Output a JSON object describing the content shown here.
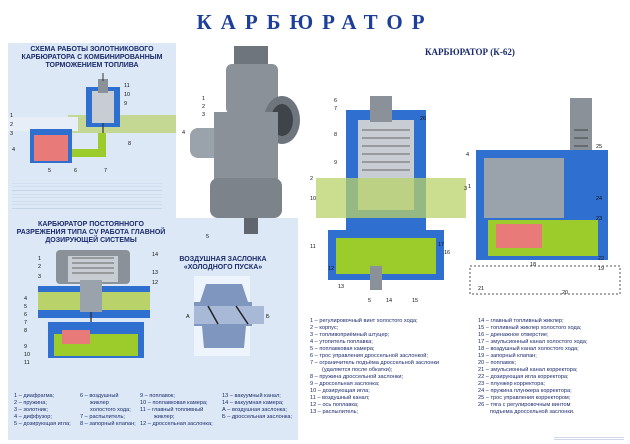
{
  "title": "КАРБЮРАТОР",
  "panels": {
    "spool": {
      "title": "СХЕМА РАБОТЫ ЗОЛОТНИКОВОГО КАРБЮРАТОРА С КОМБИНИРОВАННЫМ ТОРМОЖЕНИЕМ ТОПЛИВА",
      "labels": [
        "1",
        "2",
        "3",
        "4",
        "5",
        "6",
        "7",
        "8",
        "9",
        "10",
        "11"
      ]
    },
    "cv": {
      "title": "КАРБЮРАТОР ПОСТОЯННОГО РАЗРЕЖЕНИЯ ТИПА CV РАБОТА ГЛАВНОЙ ДОЗИРУЮЩЕЙ СИСТЕМЫ",
      "labels": [
        "1",
        "2",
        "3",
        "4",
        "5",
        "6",
        "7",
        "8",
        "9",
        "10",
        "11",
        "12",
        "13",
        "14"
      ]
    },
    "choke": {
      "title": "ВОЗДУШНАЯ ЗАСЛОНКА «ХОЛОДНОГО ПУСКА»",
      "labels": [
        "А",
        "Б"
      ]
    }
  },
  "external": {
    "labels": [
      "1",
      "2",
      "3",
      "4",
      "5"
    ]
  },
  "k62": {
    "title": "КАРБЮРАТОР (К-62)",
    "labels": [
      "1",
      "2",
      "3",
      "4",
      "5",
      "6",
      "7",
      "8",
      "9",
      "10",
      "11",
      "12",
      "13",
      "14",
      "15",
      "16",
      "17",
      "18",
      "19",
      "20",
      "21",
      "22",
      "23",
      "24",
      "25",
      "26"
    ]
  },
  "legend_k62_left": [
    "1 – регулировочный винт холостого хода;",
    "2 – корпус;",
    "3 – топливоприёмный штуцер;",
    "4 – утопитель поплавка;",
    "5 – поплавковая камера;",
    "6 – трос управления дроссельной заслонкой;",
    "7 – ограничитель подъёма дроссельной заслонки",
    "(удаляется после обкатки);",
    "8 – пружина дроссельной заслонки;",
    "9 – дроссельная заслонка;",
    "10 – дозирующая игла;",
    "11 – воздушный канал;",
    "12 – ось поплавка;",
    "13 – распылитель;"
  ],
  "legend_k62_right": [
    "14 – главный топливный жиклер;",
    "15 – топливный жиклер холостого хода;",
    "16 – дренажное отверстие;",
    "17 – эмульсионный канал холостого хода;",
    "18 – воздушный канал холостого хода;",
    "19 – запорный клапан;",
    "20 – поплавок;",
    "21 – эмульсионный канал корректора;",
    "22 – дозирующая игла корректора;",
    "23 – плунжер корректора;",
    "24 – пружина плунжера корректора;",
    "25 – трос управления корректором;",
    "26 – тяга с регулировочным винтом",
    "подъема дроссельной заслонки."
  ],
  "legend_cv": [
    [
      "1 – диафрагма;",
      "2 – пружина;",
      "3 – золотник;",
      "4 – диффузор;",
      "5 – дозирующая игла;"
    ],
    [
      "6 – воздушный",
      "жиклер",
      "холостого хода;",
      "7 – распылитель;",
      "8 – запорный клапан;"
    ],
    [
      "9 – поплавок;",
      "10 – поплавковая камера;",
      "11 – главный топливный",
      "жиклер;",
      "12 – дроссельная заслонка;"
    ],
    [
      "13 – вакуумный канал;",
      "14 – вакуумная камера;",
      "А – воздушная заслонка;",
      "Б – дроссельная заслонка;"
    ]
  ],
  "colors": {
    "panel_bg": "#dce8f6",
    "title": "#1d3f9a",
    "body_blue": "#2f6fd0",
    "fuel_green": "#9ccc2c",
    "float_red": "#e87a7a",
    "metal_gray": "#8a9199"
  }
}
